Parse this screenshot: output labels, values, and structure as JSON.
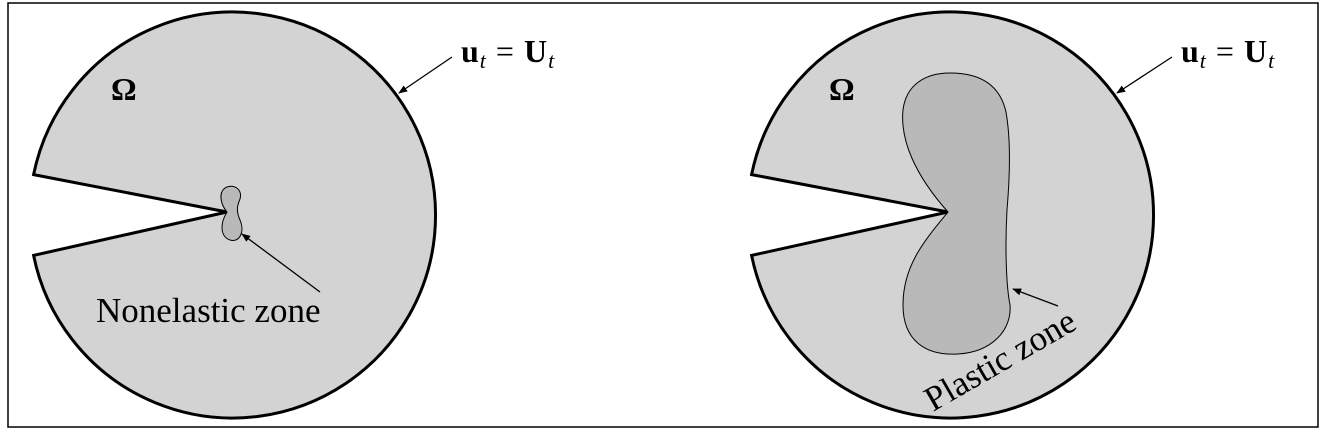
{
  "colors": {
    "background": "#ffffff",
    "frame": "#000000",
    "domain_fill": "#d3d3d3",
    "zone_fill": "#b9b9b9",
    "ink": "#000000"
  },
  "left_panel": {
    "domain_label": "Ω",
    "boundary_condition": {
      "lhs_symbol": "u",
      "lhs_subscript": "t",
      "equals": "=",
      "rhs_symbol": "U",
      "rhs_subscript": "t"
    },
    "zone_label": "Nonelastic zone"
  },
  "right_panel": {
    "domain_label": "Ω",
    "boundary_condition": {
      "lhs_symbol": "u",
      "lhs_subscript": "t",
      "equals": "=",
      "rhs_symbol": "U",
      "rhs_subscript": "t"
    },
    "zone_label": "Plastic zone"
  }
}
